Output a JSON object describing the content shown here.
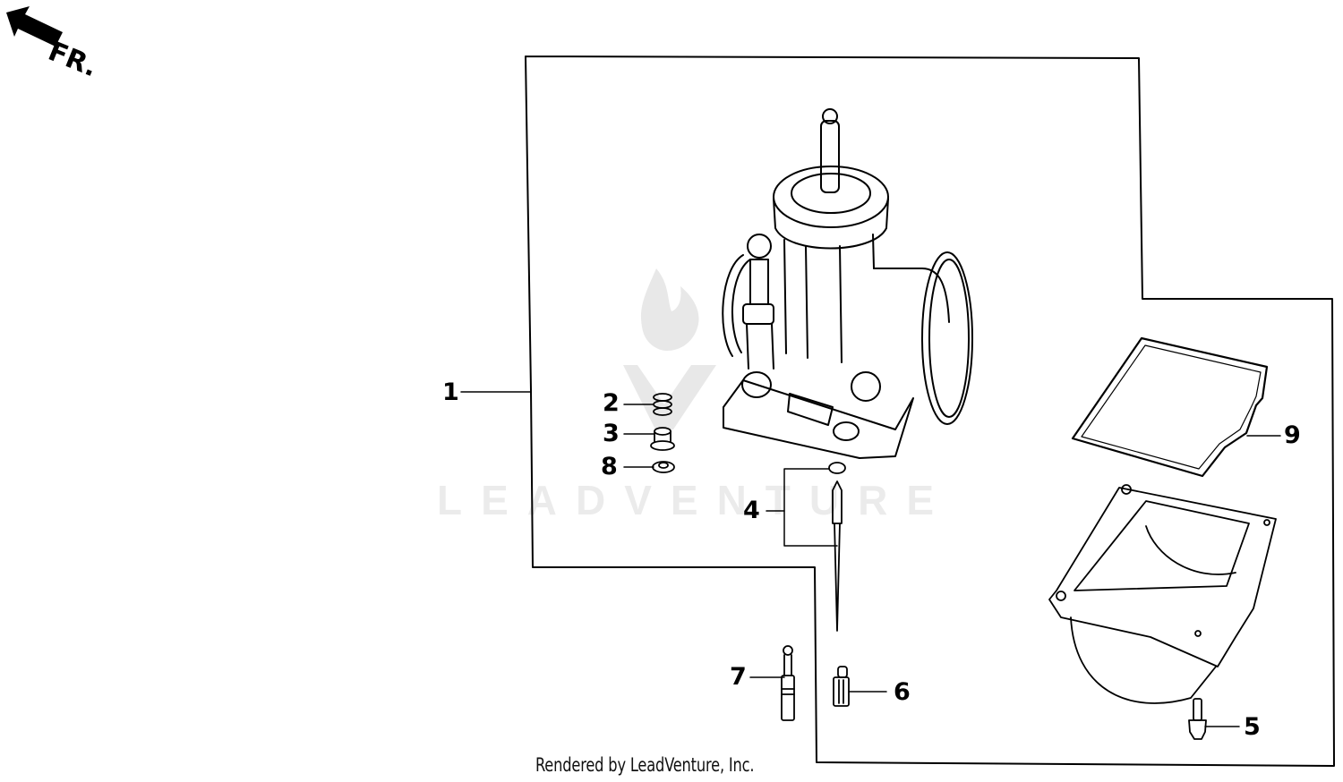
{
  "diagram": {
    "type": "exploded-parts-diagram",
    "subject": "carburetor assembly",
    "orientation_marker": {
      "label": "FR.",
      "icon": "front-direction-arrow-icon"
    },
    "watermark": {
      "text": "LEADVENTURE",
      "logo": "leadventure-flame-logo-icon"
    },
    "footer": "Rendered by LeadVenture, Inc.",
    "colors": {
      "line": "#000000",
      "background": "#ffffff",
      "watermark": "#e6e6e6"
    },
    "callouts": [
      {
        "number": "1",
        "part": "carburetor-assembly"
      },
      {
        "number": "2",
        "part": "spring"
      },
      {
        "number": "3",
        "part": "cap"
      },
      {
        "number": "8",
        "part": "washer"
      },
      {
        "number": "4",
        "part": "jet-needle-set"
      },
      {
        "number": "9",
        "part": "float-bowl-gasket"
      },
      {
        "number": "7",
        "part": "pilot-screw"
      },
      {
        "number": "6",
        "part": "jet"
      },
      {
        "number": "5",
        "part": "float-bowl-screw"
      }
    ]
  }
}
